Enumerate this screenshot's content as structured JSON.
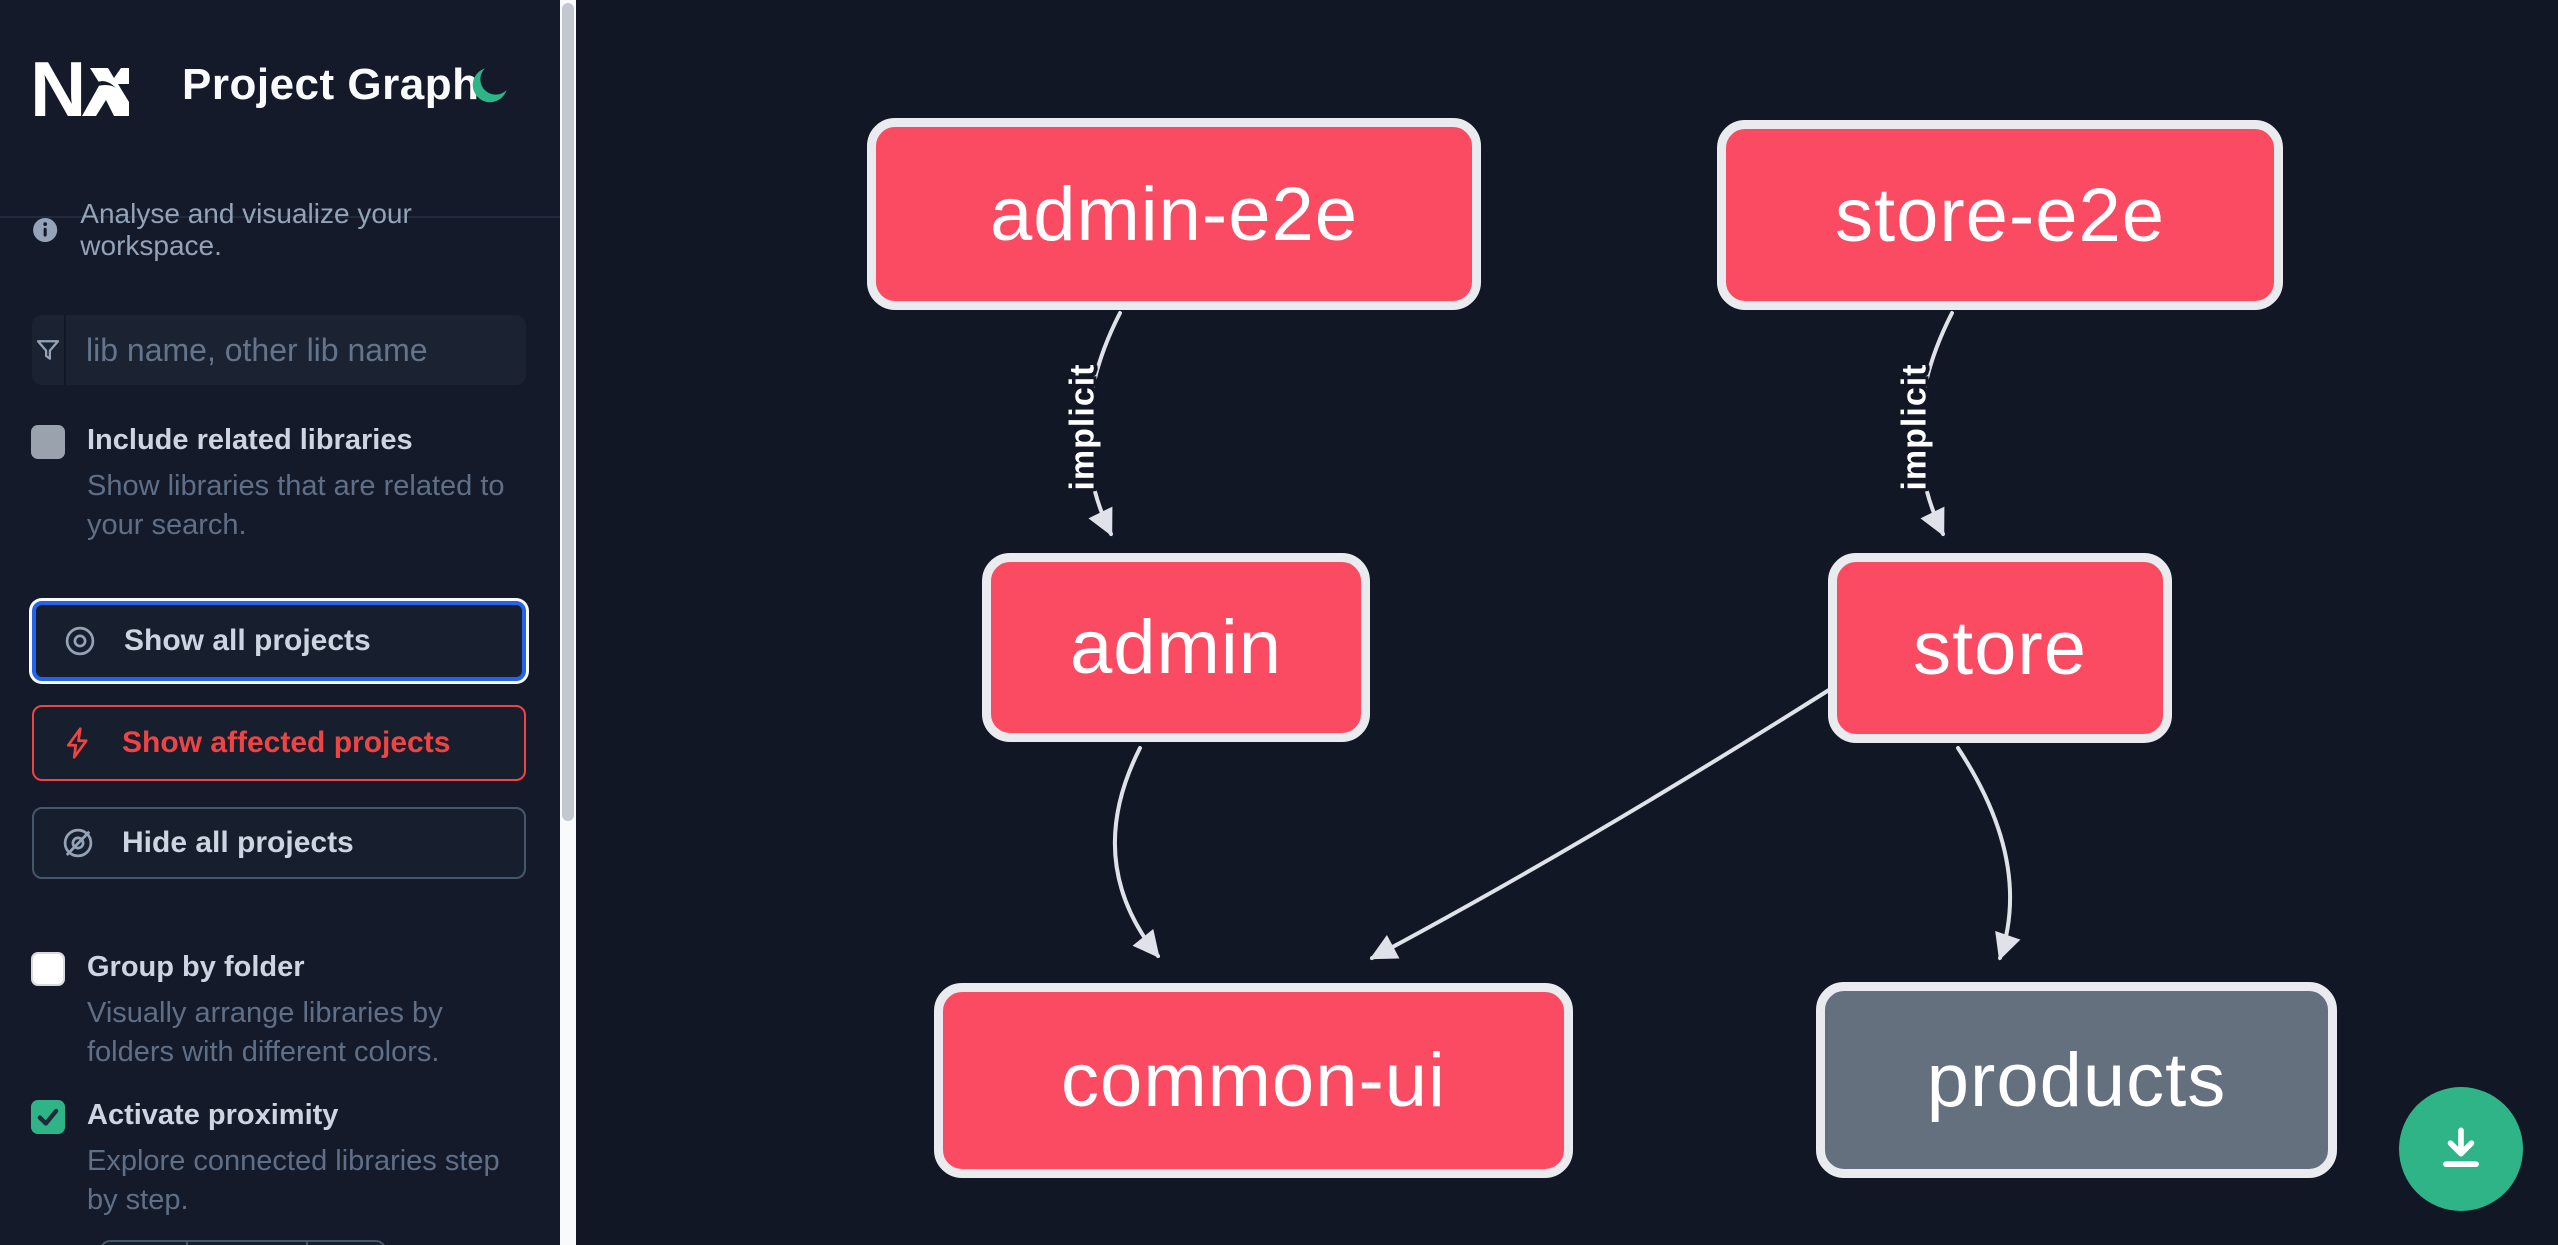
{
  "header": {
    "logo": "Nx",
    "title": "Project Graph"
  },
  "sidebar": {
    "info_text": "Analyse and visualize your workspace.",
    "search": {
      "placeholder": "lib name, other lib name",
      "value": ""
    },
    "include_related": {
      "label": "Include related libraries",
      "description": "Show libraries that are related to your search.",
      "checked": false
    },
    "buttons": {
      "show_all": {
        "label": "Show all projects",
        "focused": true
      },
      "show_affected": {
        "label": "Show affected projects"
      },
      "hide_all": {
        "label": "Hide all projects"
      }
    },
    "group_by_folder": {
      "label": "Group by folder",
      "description": "Visually arrange libraries by folders with different colors.",
      "checked": false
    },
    "activate_proximity": {
      "label": "Activate proximity",
      "description": "Explore connected libraries step by step.",
      "checked": true
    }
  },
  "graph": {
    "nodes": [
      {
        "label": "admin-e2e",
        "type": "affected"
      },
      {
        "label": "store-e2e",
        "type": "affected"
      },
      {
        "label": "admin",
        "type": "affected"
      },
      {
        "label": "store",
        "type": "affected"
      },
      {
        "label": "common-ui",
        "type": "affected"
      },
      {
        "label": "products",
        "type": "normal"
      }
    ],
    "edges": [
      {
        "from": "admin-e2e",
        "to": "admin",
        "label": "implicit"
      },
      {
        "from": "store-e2e",
        "to": "store",
        "label": "implicit"
      },
      {
        "from": "admin",
        "to": "common-ui",
        "label": ""
      },
      {
        "from": "store",
        "to": "common-ui",
        "label": ""
      },
      {
        "from": "store",
        "to": "products",
        "label": ""
      }
    ]
  },
  "colors": {
    "affected_node": "#fb4b63",
    "normal_node": "#65707f",
    "accent_green": "#2eb487",
    "focus_blue": "#2563eb",
    "affected_red": "#ef4444",
    "edge": "#dfe3e9"
  }
}
